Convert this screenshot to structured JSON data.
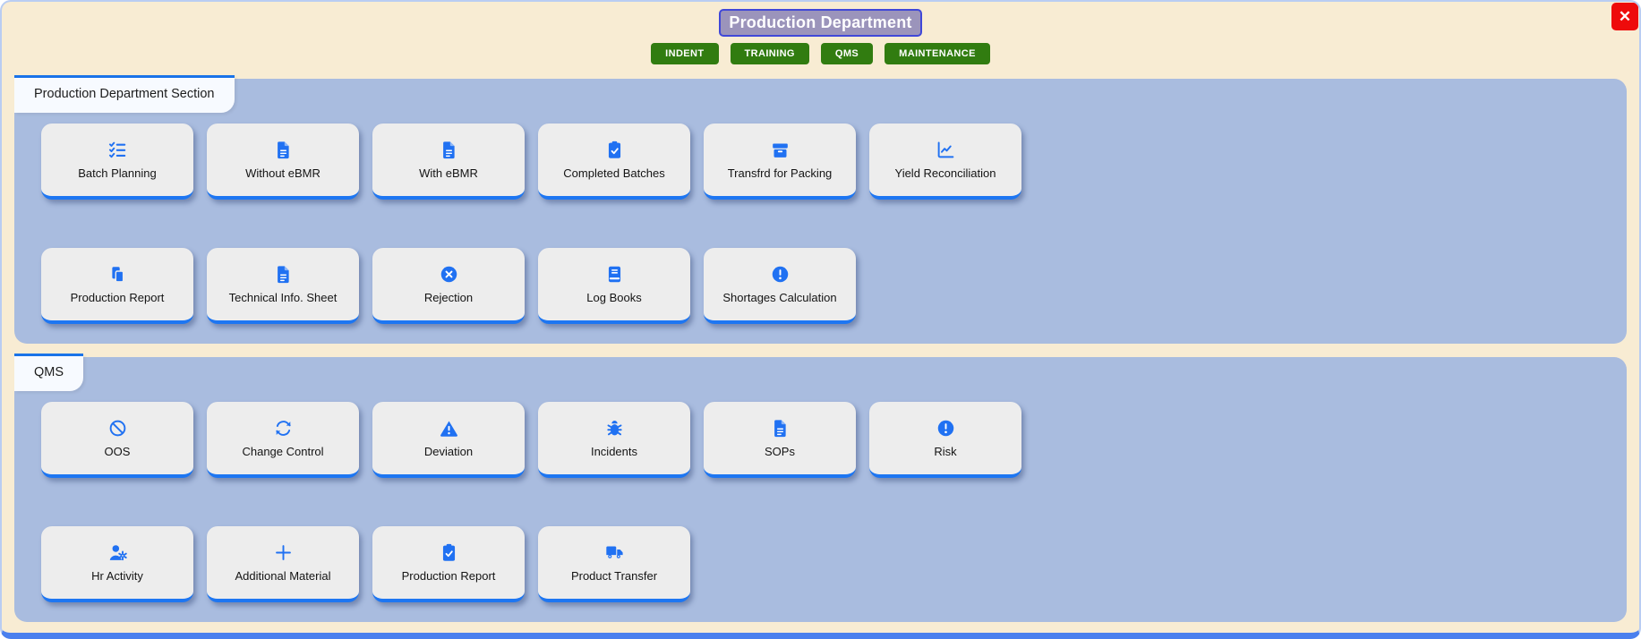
{
  "window": {
    "title": "Production Department",
    "close_glyph": "✕"
  },
  "nav_buttons": [
    {
      "label": "INDENT"
    },
    {
      "label": "TRAINING"
    },
    {
      "label": "QMS"
    },
    {
      "label": "MAINTENANCE"
    }
  ],
  "colors": {
    "accent_blue": "#1d76f2",
    "panel_blue": "#a9bcdf",
    "cream_background": "#f8ecd3",
    "nav_green": "#317c10",
    "title_purple": "#9b94bb",
    "title_border_blue": "#4048d8",
    "close_red": "#ee0b0b",
    "tile_gray": "#ededed",
    "window_bottom_blue": "#4a80ee"
  },
  "sections": [
    {
      "title": "Production Department Section",
      "tiles": [
        {
          "label": "Batch Planning",
          "icon": "list-check-icon"
        },
        {
          "label": "Without eBMR",
          "icon": "file-lines-icon"
        },
        {
          "label": "With eBMR",
          "icon": "file-lines-icon"
        },
        {
          "label": "Completed Batches",
          "icon": "clipboard-check-icon"
        },
        {
          "label": "Transfrd for Packing",
          "icon": "box-archive-icon"
        },
        {
          "label": "Yield Reconciliation",
          "icon": "chart-line-icon"
        },
        {
          "label": "Production Report",
          "icon": "copy-icon"
        },
        {
          "label": "Technical Info. Sheet",
          "icon": "file-lines-icon"
        },
        {
          "label": "Rejection",
          "icon": "circle-xmark-icon"
        },
        {
          "label": "Log Books",
          "icon": "book-icon"
        },
        {
          "label": "Shortages Calculation",
          "icon": "circle-exclamation-icon"
        }
      ]
    },
    {
      "title": "QMS",
      "tiles": [
        {
          "label": "OOS",
          "icon": "ban-icon"
        },
        {
          "label": "Change Control",
          "icon": "rotate-icon"
        },
        {
          "label": "Deviation",
          "icon": "triangle-exclamation-icon"
        },
        {
          "label": "Incidents",
          "icon": "bug-icon"
        },
        {
          "label": "SOPs",
          "icon": "file-lines-icon"
        },
        {
          "label": "Risk",
          "icon": "circle-exclamation-icon"
        },
        {
          "label": "Hr Activity",
          "icon": "user-gear-icon"
        },
        {
          "label": "Additional Material",
          "icon": "plus-icon"
        },
        {
          "label": "Production Report",
          "icon": "clipboard-check-icon"
        },
        {
          "label": "Product Transfer",
          "icon": "truck-icon"
        }
      ]
    }
  ]
}
